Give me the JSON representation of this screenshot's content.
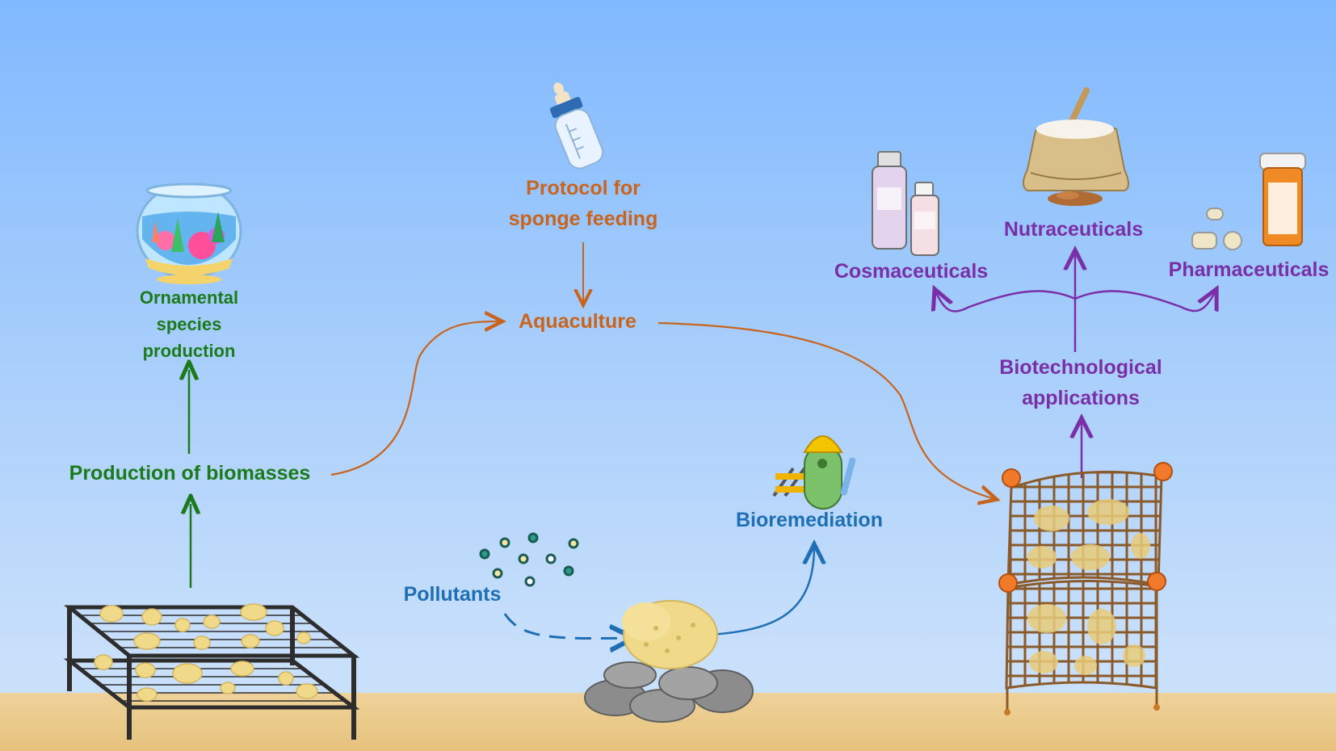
{
  "labels": {
    "ornamental": "Ornamental species production",
    "biomass": "Production of biomasses",
    "protocol": "Protocol for sponge feeding",
    "aquaculture": "Aquaculture",
    "cosmaceuticals": "Cosmaceuticals",
    "nutraceuticals": "Nutraceuticals",
    "pharmaceuticals": "Pharmaceuticals",
    "biotech": "Biotechnological applications",
    "bioremediation": "Bioremediation",
    "pollutants": "Pollutants"
  },
  "colors": {
    "green": "#1b7a1b",
    "orange": "#c8641e",
    "purple": "#7a2fa8",
    "blue": "#1f6fb5",
    "sky_top": "#80b9ff",
    "sand": "#e9c887",
    "sponge": "#f1d98a"
  },
  "icons": [
    "fishbowl-icon",
    "baby-bottle-icon",
    "lotion-bottles-icon",
    "grain-sack-icon",
    "pill-bottle-icon",
    "bacterium-worker-icon",
    "sponge-on-rocks-icon",
    "sponge-rack-icon",
    "sponge-net-icon"
  ]
}
